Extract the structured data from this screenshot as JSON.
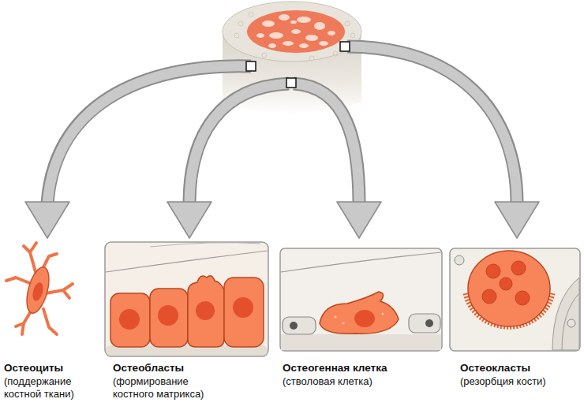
{
  "diagram": {
    "nodes": [
      {
        "text": [
          "Остеоциты",
          "(поддержание костной ткани)"
        ]
      },
      {
        "text": [
          "Остеобласты",
          "(формирование костного матрикса)"
        ]
      },
      {
        "text": [
          "Остеогенная клетка",
          "(стволовая клетка)"
        ]
      },
      {
        "text": [
          "Остеокласты",
          "(резорбция кости)"
        ]
      }
    ]
  }
}
